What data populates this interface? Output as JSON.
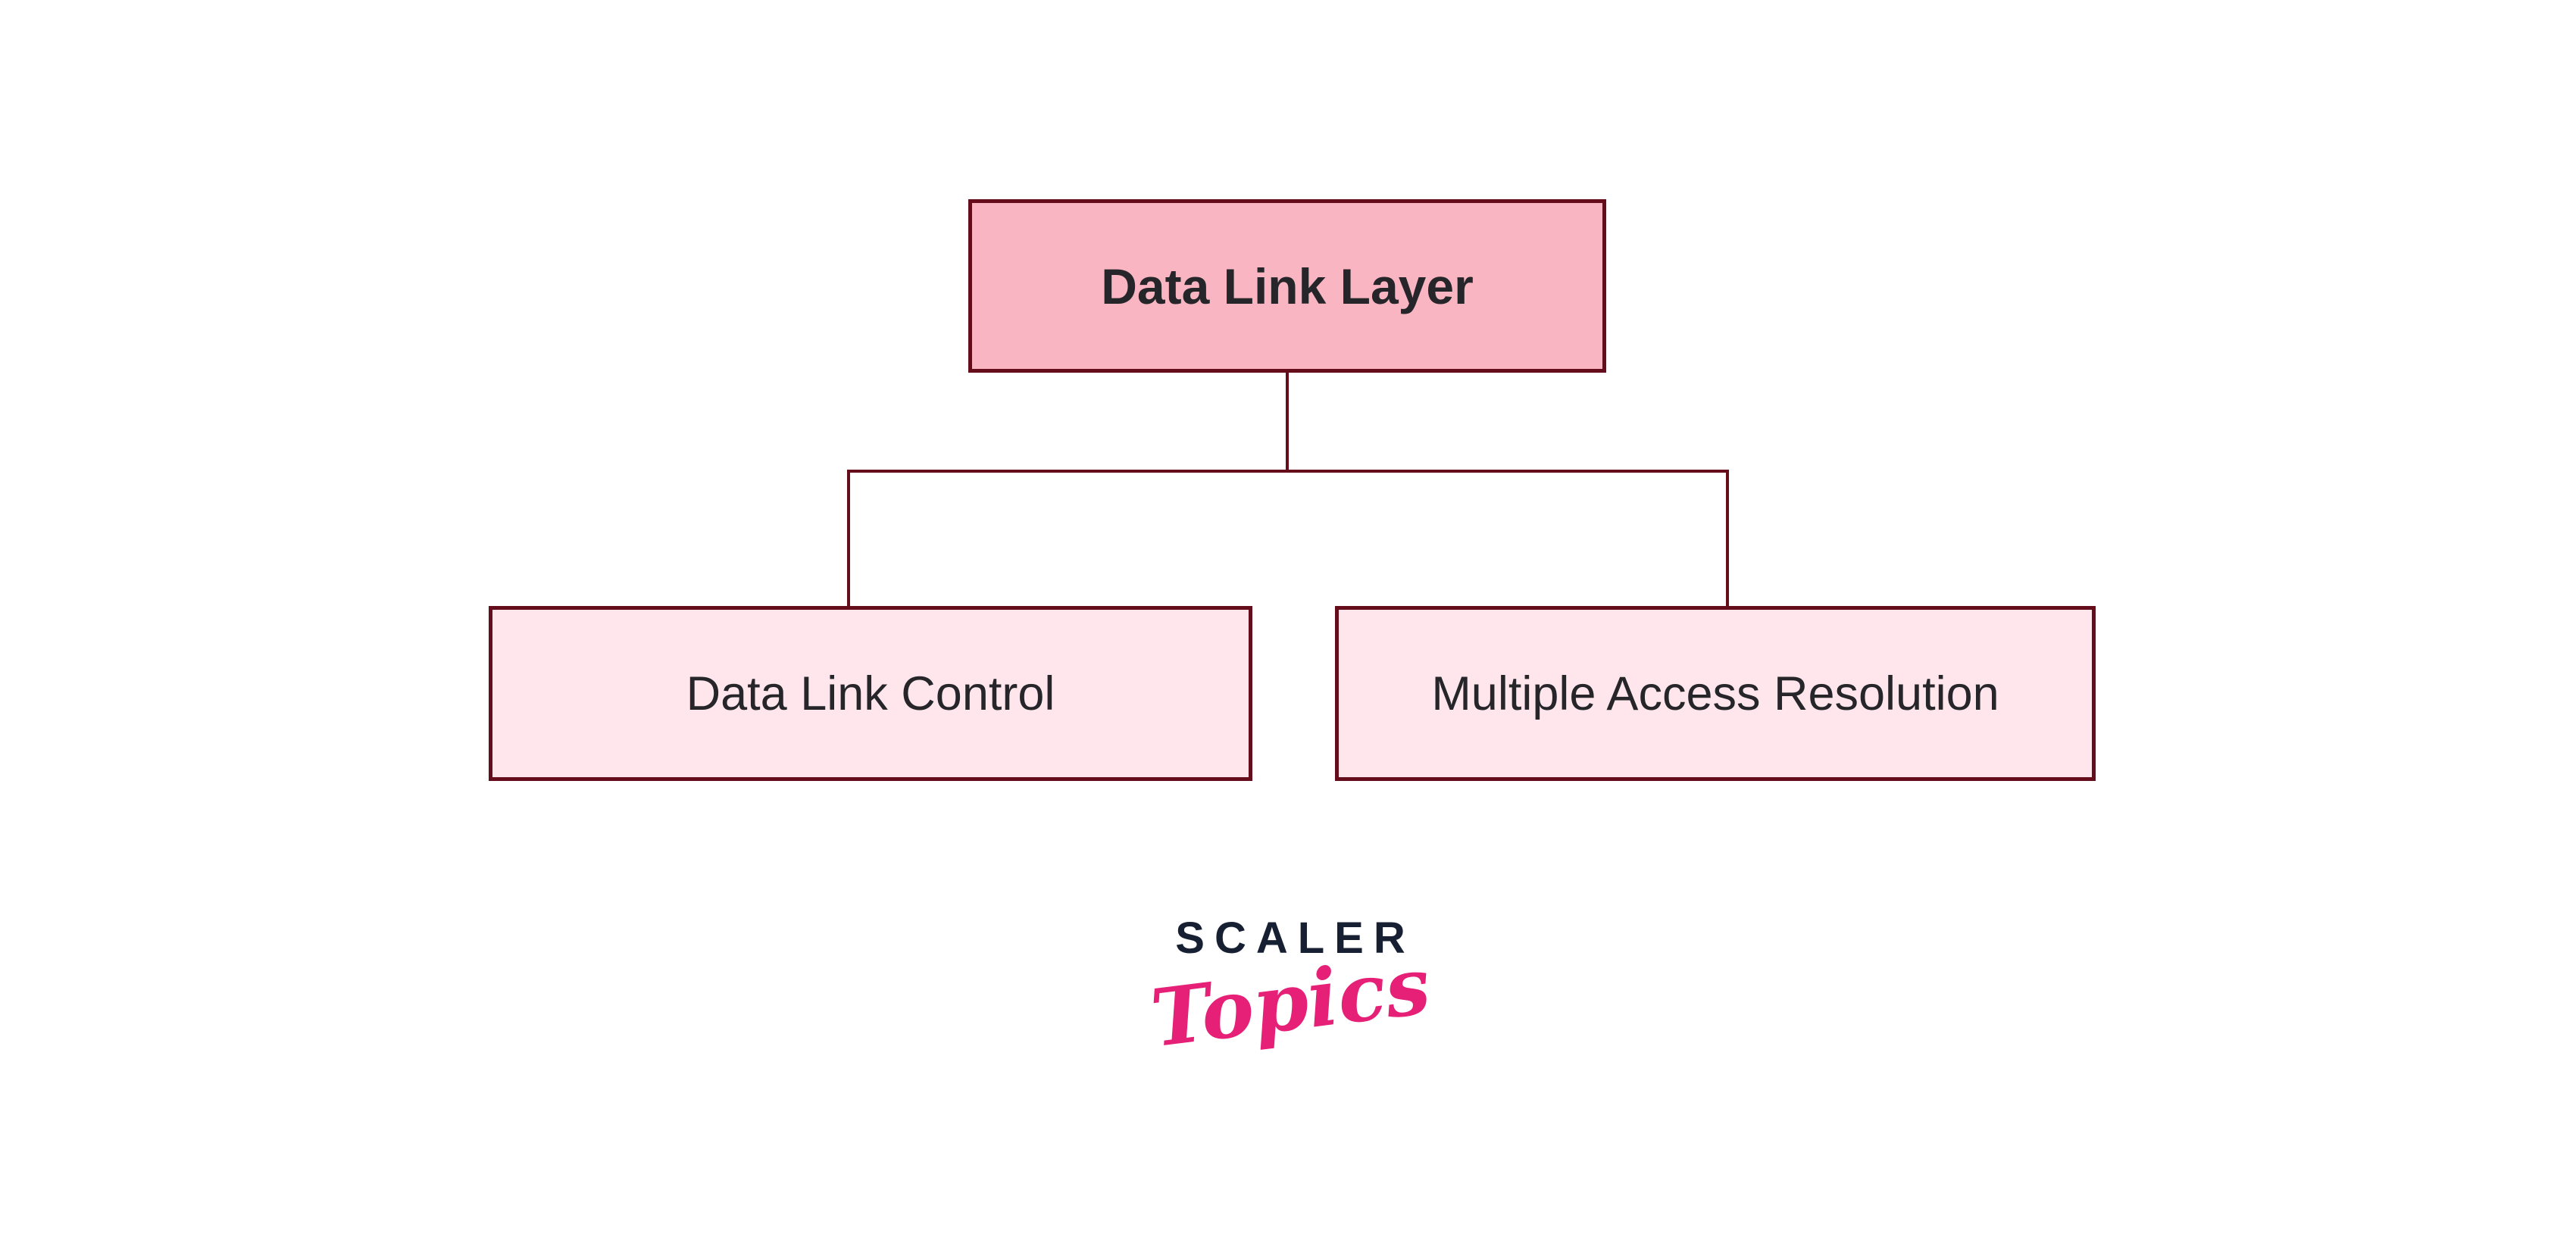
{
  "colors": {
    "root-fill": "#f9b6c2",
    "child-fill": "#ffe6ec",
    "line": "#650d1b",
    "box-text": "#26262a",
    "logo-navy": "#172032",
    "logo-pink": "#e62076",
    "background": "#ffffff"
  },
  "diagram": {
    "root_label": "Data Link Layer",
    "children": [
      {
        "label": "Data Link Control"
      },
      {
        "label": "Multiple Access Resolution"
      }
    ]
  },
  "logo": {
    "brand": "SCALER",
    "wordmark": "Topics"
  }
}
